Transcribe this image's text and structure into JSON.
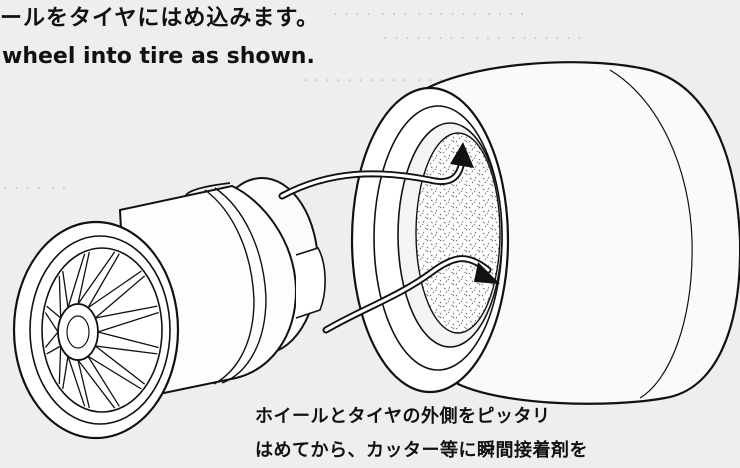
{
  "instruction": {
    "title_jp": "ールをタイヤにはめ込みます。",
    "title_en": "wheel into tire as shown."
  },
  "note": {
    "line1": "ホイールとタイヤの外側をピッタリ",
    "line2": "はめてから、カッター等に瞬間接着剤を"
  },
  "illustration": {
    "parts": [
      "wheel",
      "tire",
      "sponge-insert",
      "insertion-arrows"
    ]
  }
}
